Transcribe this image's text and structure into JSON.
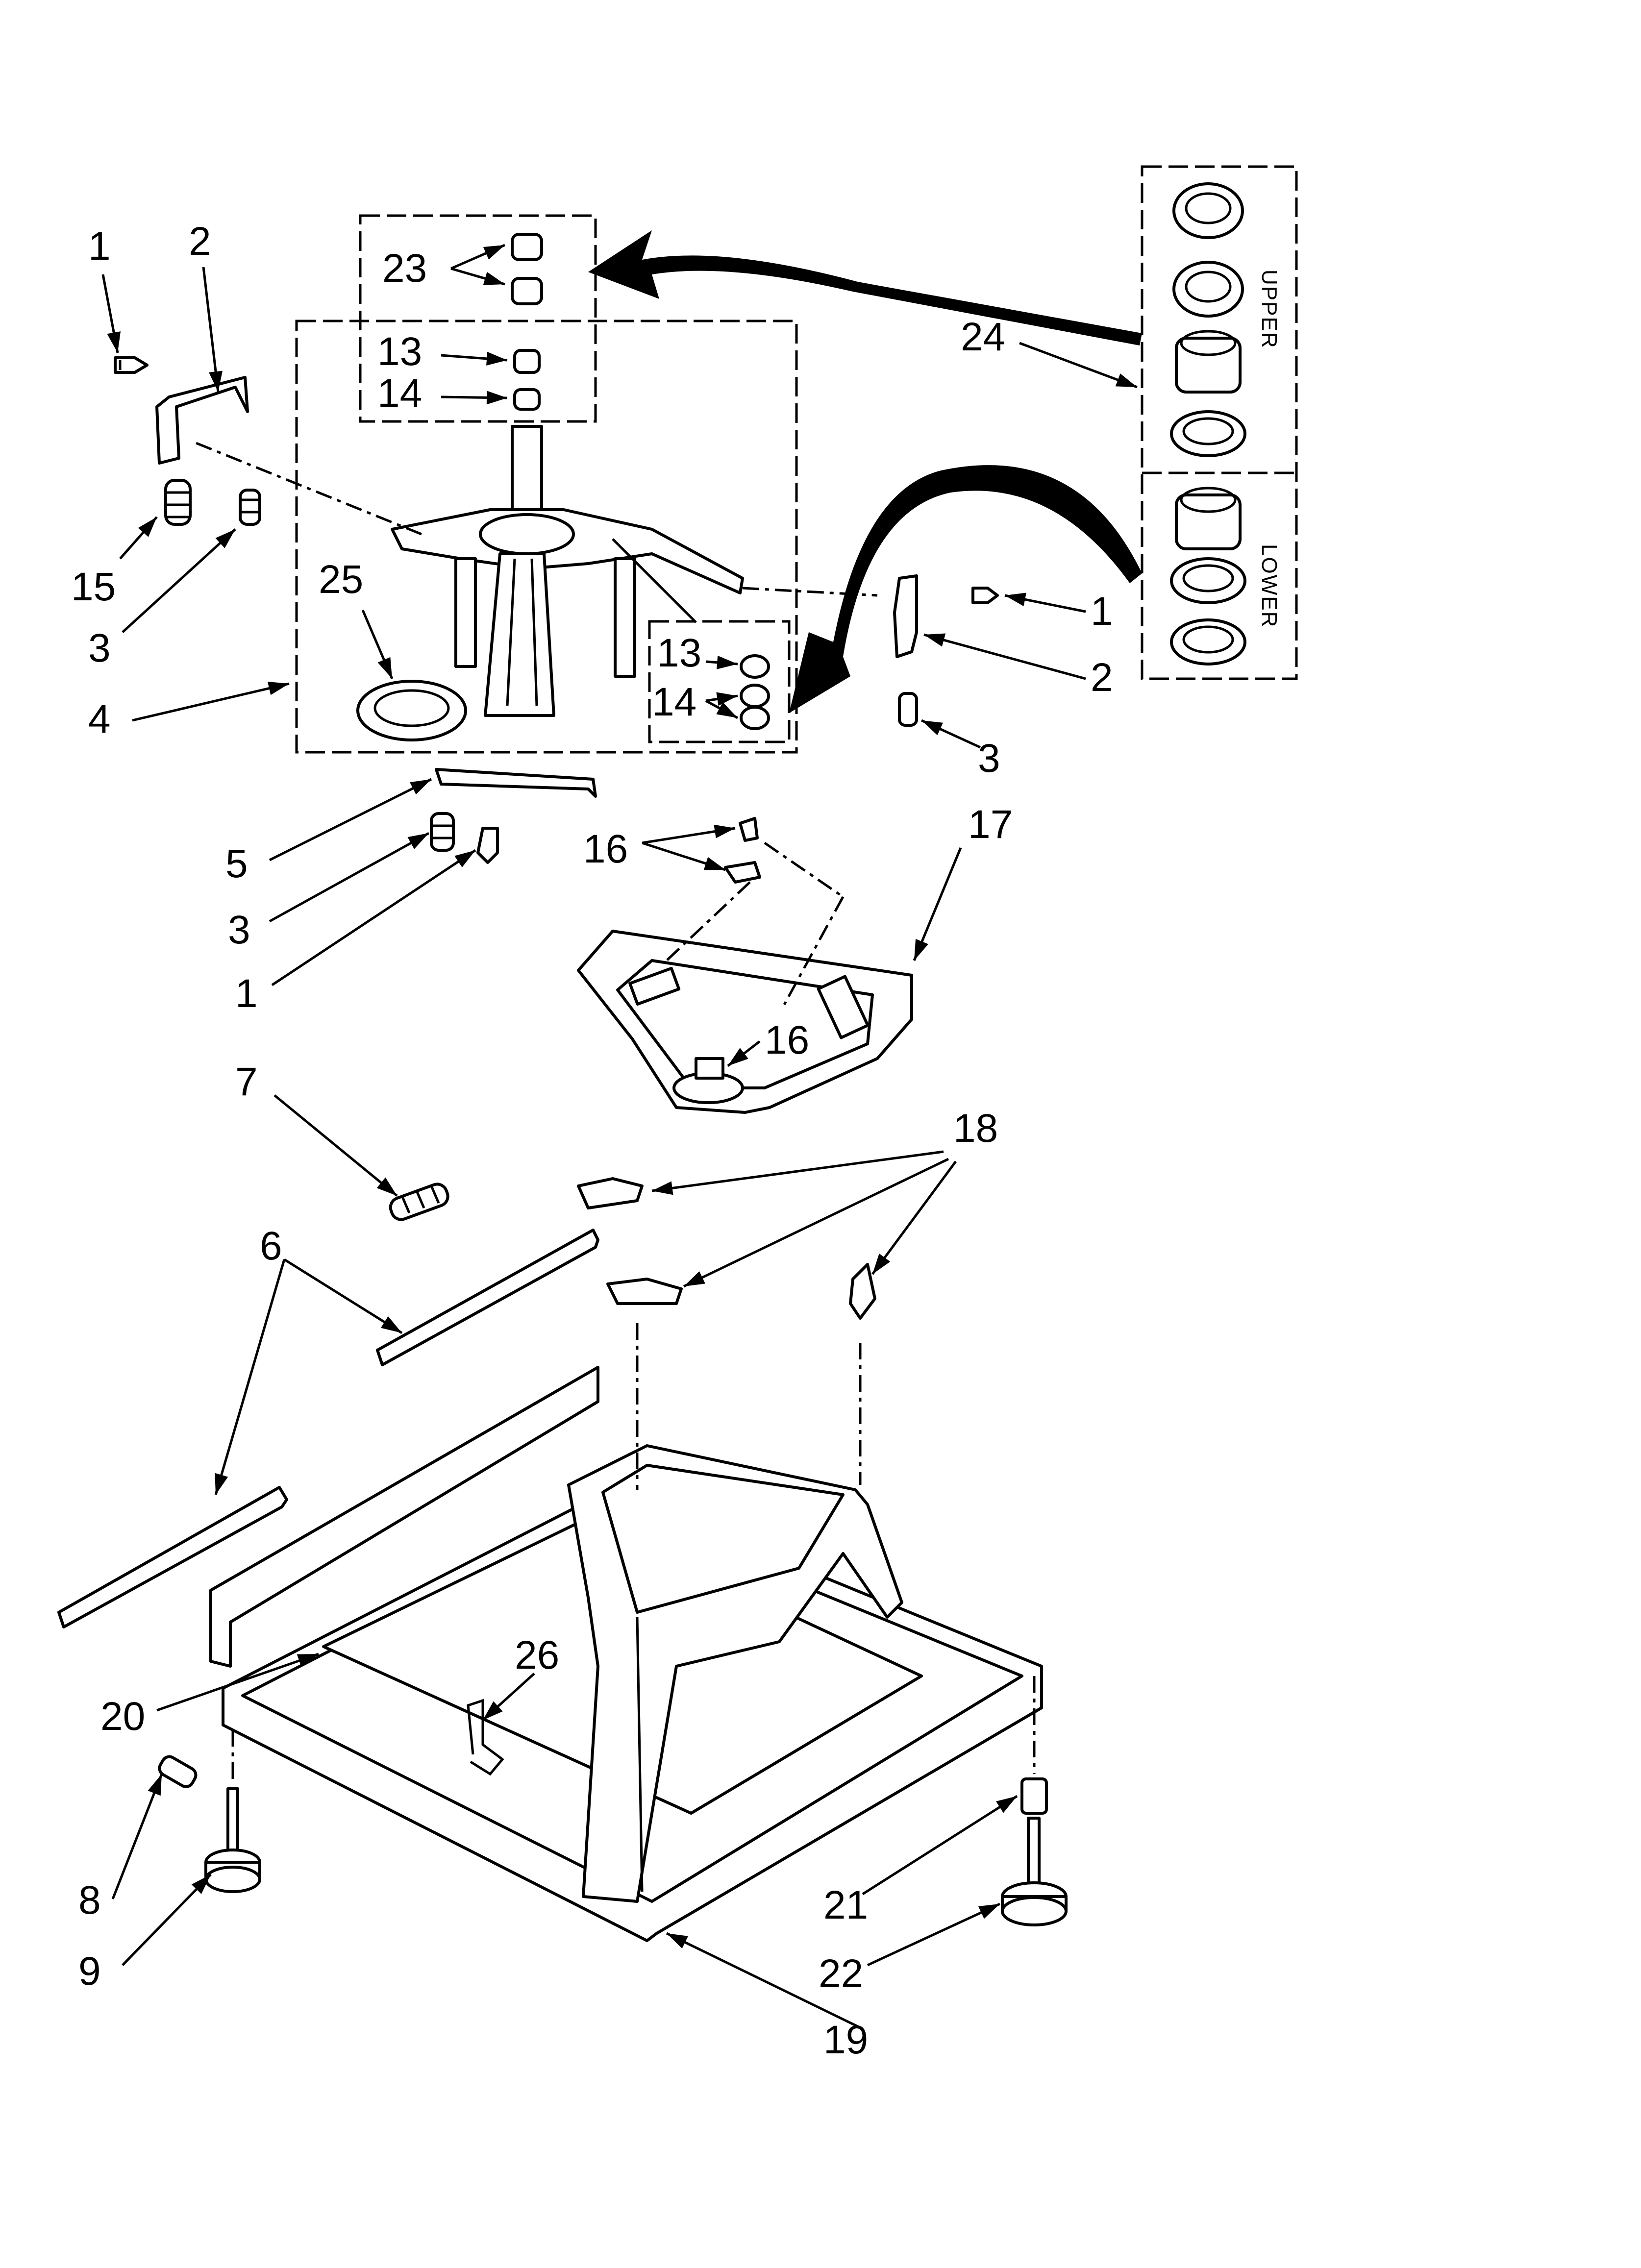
{
  "diagram": {
    "callouts": [
      {
        "id": "c1a",
        "text": "1"
      },
      {
        "id": "c2a",
        "text": "2"
      },
      {
        "id": "c15",
        "text": "15"
      },
      {
        "id": "c3a",
        "text": "3"
      },
      {
        "id": "c4",
        "text": "4"
      },
      {
        "id": "c23",
        "text": "23"
      },
      {
        "id": "c13a",
        "text": "13"
      },
      {
        "id": "c14a",
        "text": "14"
      },
      {
        "id": "c25",
        "text": "25"
      },
      {
        "id": "c13b",
        "text": "13"
      },
      {
        "id": "c14b",
        "text": "14"
      },
      {
        "id": "c24",
        "text": "24"
      },
      {
        "id": "c1b",
        "text": "1"
      },
      {
        "id": "c2b",
        "text": "2"
      },
      {
        "id": "c3b",
        "text": "3"
      },
      {
        "id": "c5",
        "text": "5"
      },
      {
        "id": "c3c",
        "text": "3"
      },
      {
        "id": "c1c",
        "text": "1"
      },
      {
        "id": "c16a",
        "text": "16"
      },
      {
        "id": "c17",
        "text": "17"
      },
      {
        "id": "c16b",
        "text": "16"
      },
      {
        "id": "c7",
        "text": "7"
      },
      {
        "id": "c18",
        "text": "18"
      },
      {
        "id": "c6",
        "text": "6"
      },
      {
        "id": "c26",
        "text": "26"
      },
      {
        "id": "c20",
        "text": "20"
      },
      {
        "id": "c8",
        "text": "8"
      },
      {
        "id": "c9",
        "text": "9"
      },
      {
        "id": "c21",
        "text": "21"
      },
      {
        "id": "c22",
        "text": "22"
      },
      {
        "id": "c19",
        "text": "19"
      }
    ],
    "seal_kit": {
      "upper_label": "UPPER",
      "lower_label": "LOWER"
    }
  }
}
